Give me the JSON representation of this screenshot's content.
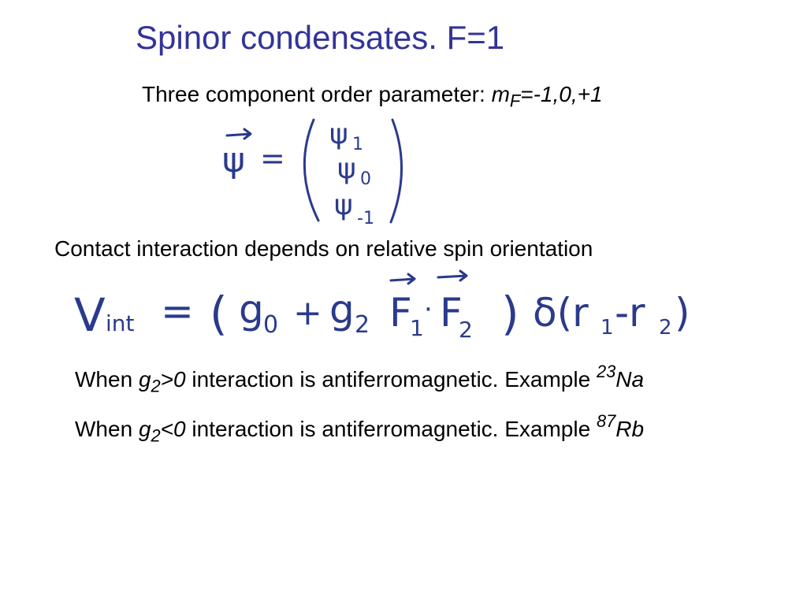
{
  "slide": {
    "title": "Spinor condensates. F=1",
    "line1": {
      "text": "Three component order parameter: ",
      "m": "m",
      "sub": "F",
      "values": "=-1,0,+1"
    },
    "psi_vector": {
      "lhs": "ψ",
      "eq": "=",
      "components": [
        {
          "base": "ψ",
          "index": "1"
        },
        {
          "base": "ψ",
          "index": "0"
        },
        {
          "base": "ψ",
          "index": "-1"
        }
      ]
    },
    "line2": "Contact interaction depends on relative spin orientation",
    "vint": {
      "V": "V",
      "V_sub": "int",
      "eq": "=",
      "lparen": "(",
      "g0": "g",
      "g0_sub": "0",
      "plus": "+",
      "g2": "g",
      "g2_sub": "2",
      "F1": "F",
      "F1_sub": "1",
      "dot": "·",
      "F2": "F",
      "F2_sub": "2",
      "rparen": ")",
      "delta": "δ(r",
      "r1_sub": "1",
      "minus": "-r",
      "r2_sub": "2",
      "close": ")"
    },
    "line3": {
      "when": "When ",
      "g": "g",
      "sub": "2",
      "cond": ">0",
      "rest": " interaction is antiferromagnetic. Example ",
      "mass": "23",
      "element": "Na"
    },
    "line4": {
      "when": "When ",
      "g": "g",
      "sub": "2",
      "cond": "<0",
      "rest": " interaction is antiferromagnetic. Example ",
      "mass": "87",
      "element": "Rb"
    }
  }
}
